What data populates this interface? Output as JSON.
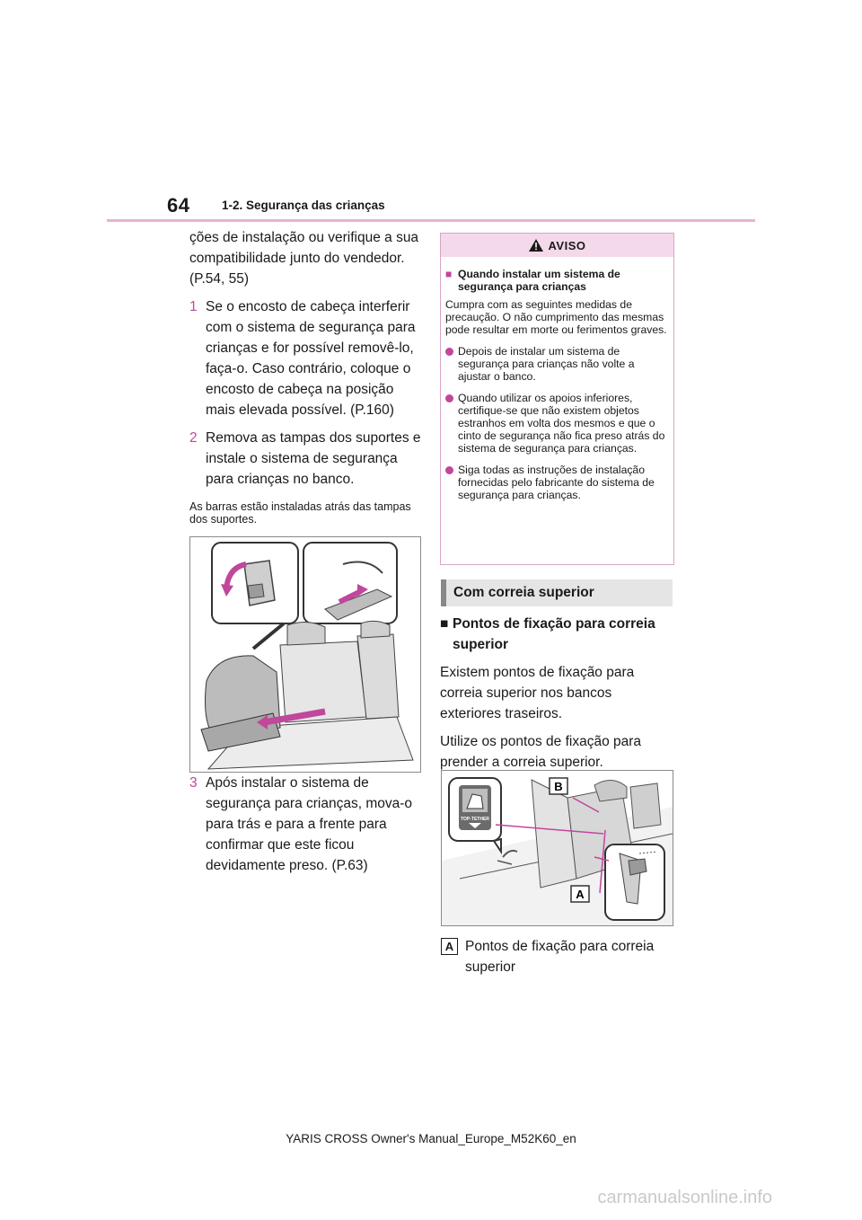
{
  "header": {
    "page_number": "64",
    "section_title": "1-2. Segurança das crianças"
  },
  "left": {
    "intro": "ções de instalação ou verifique a sua compatibilidade junto do vendedor. (P.54, 55)",
    "steps": [
      {
        "num": "1",
        "text": "Se o encosto de cabeça interferir com o sistema de segurança para crianças e for possível removê-lo, faça-o. Caso contrário, coloque o encosto de cabeça na posição mais elevada possível. (P.160)"
      },
      {
        "num": "2",
        "text": "Remova as tampas dos suportes e instale o sistema de segurança para crianças no banco."
      }
    ],
    "note": "As barras estão instaladas atrás das tampas dos suportes.",
    "step3": {
      "num": "3",
      "text": "Após instalar o sistema de segurança para crianças, mova-o para trás e para a frente para confirmar que este ficou devidamente preso. (P.63)"
    }
  },
  "warning": {
    "heading": "AVISO",
    "sub_heading": "Quando instalar um sistema de segurança para crianças",
    "intro": "Cumpra com as seguintes medidas de precaução. O não cumprimento das mesmas pode resultar em morte ou ferimentos graves.",
    "bullets": [
      "Depois de instalar um sistema de segurança para crianças não volte a ajustar o banco.",
      "Quando utilizar os apoios inferiores, certifique-se que não existem objetos estranhos em volta dos mesmos e que o cinto de segurança não fica preso atrás do sistema de segurança para crianças.",
      "Siga todas as instruções de instalação fornecidas pelo fabricante do sistema de segurança para crianças."
    ]
  },
  "right": {
    "section_heading": "Com correia superior",
    "subsection": "Pontos de fixação para correia superior",
    "paragraphs": [
      "Existem pontos de fixação para correia superior nos bancos exteriores traseiros.",
      "Utilize os pontos de fixação para prender a correia superior."
    ],
    "figure_labels": {
      "a": "A",
      "b": "B",
      "top_tether": "TOP-TETHER"
    },
    "legend": [
      {
        "key": "A",
        "text": "Pontos de fixação para correia superior"
      }
    ]
  },
  "footer": {
    "text": "YARIS CROSS Owner's Manual_Europe_M52K60_en"
  },
  "watermark": {
    "text": "carmanualsonline.info"
  },
  "colors": {
    "accent": "#c0479b",
    "rule": "#e6b3d6",
    "warning_head": "#f4d9ea"
  }
}
